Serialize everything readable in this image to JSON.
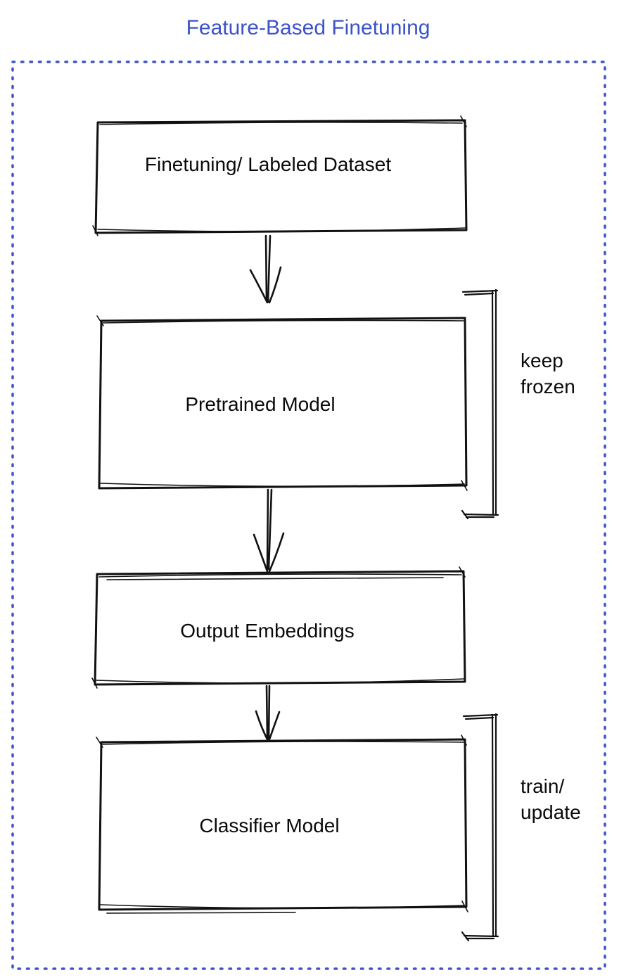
{
  "title": "Feature-Based Finetuning",
  "colors": {
    "title_text": "#3c52cb",
    "dashed_border": "#3f55c5",
    "box_stroke": "#111111",
    "label_text": "#0a0a0a",
    "gray_fill": "#8a919b",
    "blue_fill": "#4a6fee",
    "green_fill": "#3fbd57"
  },
  "diagram": {
    "nodes": [
      {
        "id": "finetuning-dataset",
        "label": "Finetuning/ Labeled Dataset",
        "fill": "#8a919b"
      },
      {
        "id": "pretrained-model",
        "label": "Pretrained Model",
        "fill": "#4a6fee"
      },
      {
        "id": "output-embeddings",
        "label": "Output Embeddings",
        "fill": "#8a919b"
      },
      {
        "id": "classifier-model",
        "label": "Classifier Model",
        "fill": "#3fbd57"
      }
    ],
    "edges": [
      {
        "from": "finetuning-dataset",
        "to": "pretrained-model"
      },
      {
        "from": "pretrained-model",
        "to": "output-embeddings"
      },
      {
        "from": "output-embeddings",
        "to": "classifier-model"
      }
    ],
    "annotations": [
      {
        "id": "keep-frozen",
        "target": "pretrained-model",
        "line1": "keep",
        "line2": "frozen"
      },
      {
        "id": "train-update",
        "target": "classifier-model",
        "line1": "train/",
        "line2": "update"
      }
    ]
  }
}
